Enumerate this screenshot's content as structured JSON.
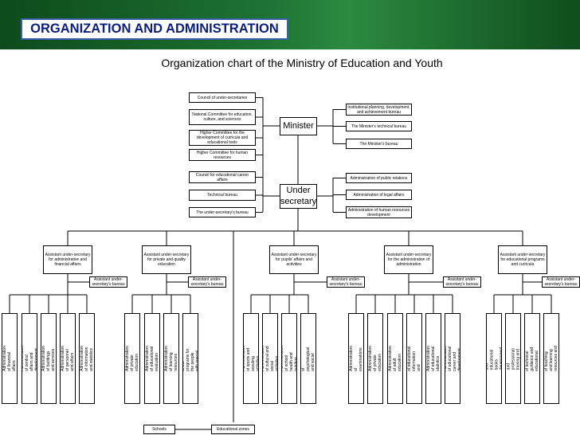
{
  "header": {
    "title": "ORGANIZATION AND ADMINISTRATION"
  },
  "chart": {
    "title": "Organization chart of the Ministry of Education and Youth",
    "minister": "Minister",
    "under_secretary": "Under secretary",
    "left_councils": [
      "Council of under-secretaries",
      "National Committee for education, culture, and sciences",
      "Higher Committee for the development of curricula and educational tools",
      "Higher Committee for human resources",
      "Council for educational career affairs",
      "Technical bureau",
      "The under-secretary's bureau"
    ],
    "right_minister_units": [
      "Institutional planning, development, and achievement bureau",
      "The Minister's technical bureau",
      "The Minister's bureau"
    ],
    "right_under_units": [
      "Administration of public relations",
      "Administration of legal affairs",
      "Administration of human resources development"
    ],
    "assistants": [
      "Assistant under-secretary for administrative and financial affairs",
      "Assistant under-secretary for private and quality education",
      "Assistant under-secretary for pupils' affairs and activities",
      "Assistant under-secretary for the administration of administration",
      "Assistant under-secretary for educational programs and curricula"
    ],
    "assistant_bureaus": [
      "Assistant under-secretary's bureau",
      "Assistant under-secretary's bureau",
      "Assistant under-secretary's bureau",
      "Assistant under-secretary's bureau",
      "Assistant under-secretary's bureau"
    ],
    "departments": {
      "group1": [
        "Administration of financial affairs",
        "Administration of central affairs and development",
        "Administration of buildings and services",
        "Administration of personnel and affairs",
        "Administration of information and statistics"
      ],
      "group2": [
        "Administration of private education",
        "Administration of educational evaluation",
        "Administration of learning resources",
        "Administration of the programs for the people with special capabilities"
      ],
      "group3": [
        "Administration of sports and scouting activities",
        "Administration of cultural and social activities",
        "Administration of school health and nutrition",
        "Administration of psychological and social services"
      ],
      "group4": [
        "Administration of examinations",
        "Administration of private education",
        "Administration of adult education",
        "Administration of educational information and documents",
        "Administration of educational statistics",
        "Administration of educational career and development"
      ],
      "group5": [
        "Curriculum and educational books development center",
        "Board of educational and professional training and its development",
        "Administration of technical guidance and educational development",
        "Administration of teaching and learning resources and technology"
      ]
    },
    "bottom": {
      "schools": "Schools",
      "educational_zones": "Educational zones"
    }
  }
}
